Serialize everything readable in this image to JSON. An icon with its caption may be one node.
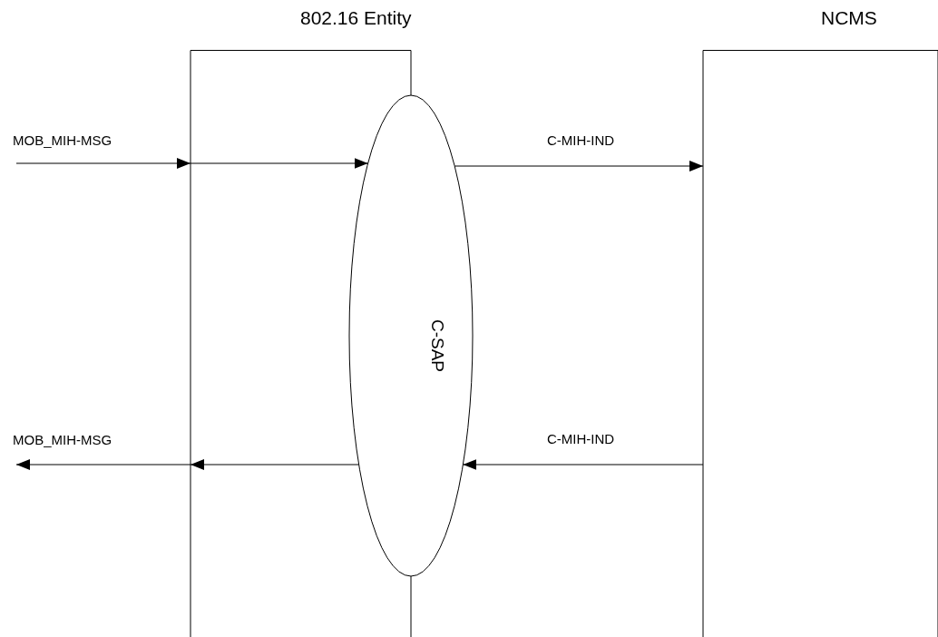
{
  "diagram": {
    "nodes": [
      {
        "text": [
          "802.16 Entity"
        ]
      },
      {
        "text": [
          "C-SAP"
        ]
      },
      {
        "text": [
          "NCMS"
        ]
      }
    ],
    "edges": [
      {
        "from": null,
        "to": 0,
        "arrow": "to",
        "label": "MOB_MIH-MSG"
      },
      {
        "from": 0,
        "to": 1,
        "arrow": "to"
      },
      {
        "from": 1,
        "to": 2,
        "arrow": "to",
        "label": "C-MIH-IND"
      },
      {
        "from": 2,
        "to": 1,
        "arrow": "to",
        "label": "C-MIH-IND"
      },
      {
        "from": 1,
        "to": 0,
        "arrow": "to"
      },
      {
        "from": 0,
        "to": null,
        "arrow": "to",
        "label": "MOB_MIH-MSG"
      }
    ]
  }
}
